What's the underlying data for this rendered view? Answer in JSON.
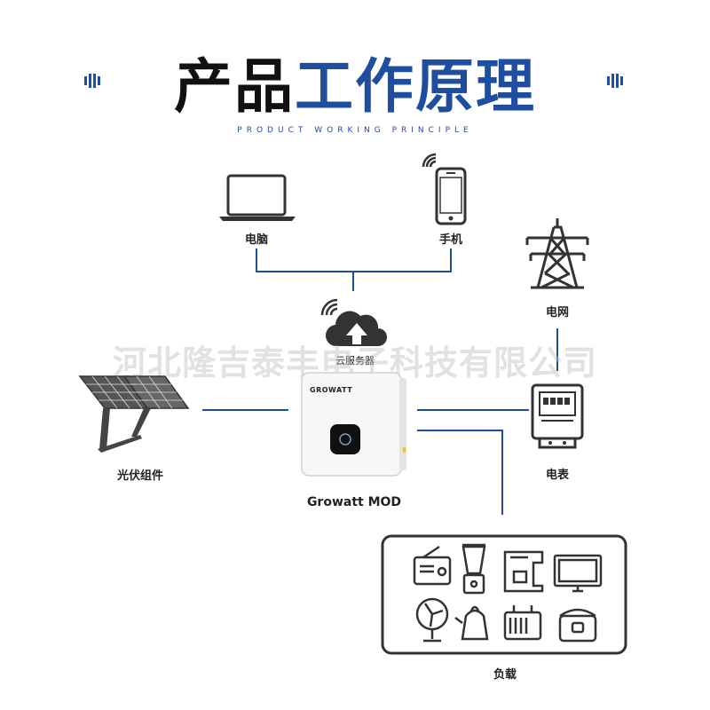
{
  "title": {
    "part1": "产品",
    "part2": "工作原理"
  },
  "subtitle": "PRODUCT WORKING PRINCIPLE",
  "watermark": "河北隆吉泰丰电子科技有限公司",
  "nodes": {
    "computer": "电脑",
    "phone": "手机",
    "grid": "电网",
    "cloud": "云服务器",
    "pv": "光伏组件",
    "inverter": "Growatt MOD",
    "inverter_brand": "GROWATT",
    "meter": "电表",
    "load": "负载"
  },
  "colors": {
    "accent": "#1f4ea0",
    "line": "#1f4ea0",
    "icon": "#333333"
  },
  "icons": [
    "laptop-icon",
    "smartphone-icon",
    "wifi-icon",
    "power-tower-icon",
    "cloud-upload-icon",
    "solar-panel-icon",
    "inverter-device",
    "electric-meter-icon",
    "radio-icon",
    "blender-icon",
    "coffee-machine-icon",
    "tv-icon",
    "fan-icon",
    "kettle-icon",
    "toaster-icon",
    "rice-cooker-icon"
  ]
}
